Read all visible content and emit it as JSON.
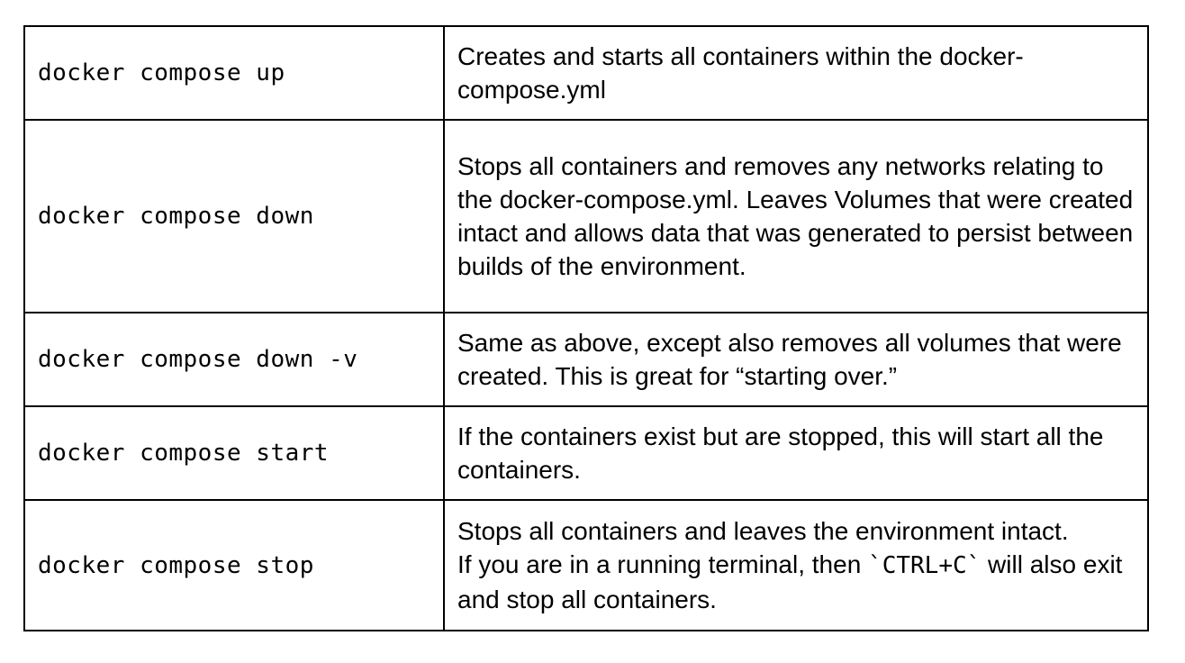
{
  "rows": [
    {
      "command": "docker compose up",
      "description": "Creates and starts all containers within the docker-compose.yml"
    },
    {
      "command": "docker compose down",
      "description": "Stops all containers and removes any networks relating to the docker-compose.yml. Leaves Volumes that were created intact and allows data that was generated to persist between builds of the environment."
    },
    {
      "command": "docker compose down -v",
      "description": "Same as above, except also removes all volumes that were created. This is great for “starting over.”"
    },
    {
      "command": "docker compose start",
      "description": "If the containers exist but are stopped, this will start all the containers."
    },
    {
      "command": "docker compose stop",
      "description_line1": "Stops all containers and leaves the environment intact.",
      "description_line2_before": "If you are in a running terminal, then ",
      "description_code": "`CTRL+C`",
      "description_line2_after": " will also exit and stop all containers."
    }
  ]
}
